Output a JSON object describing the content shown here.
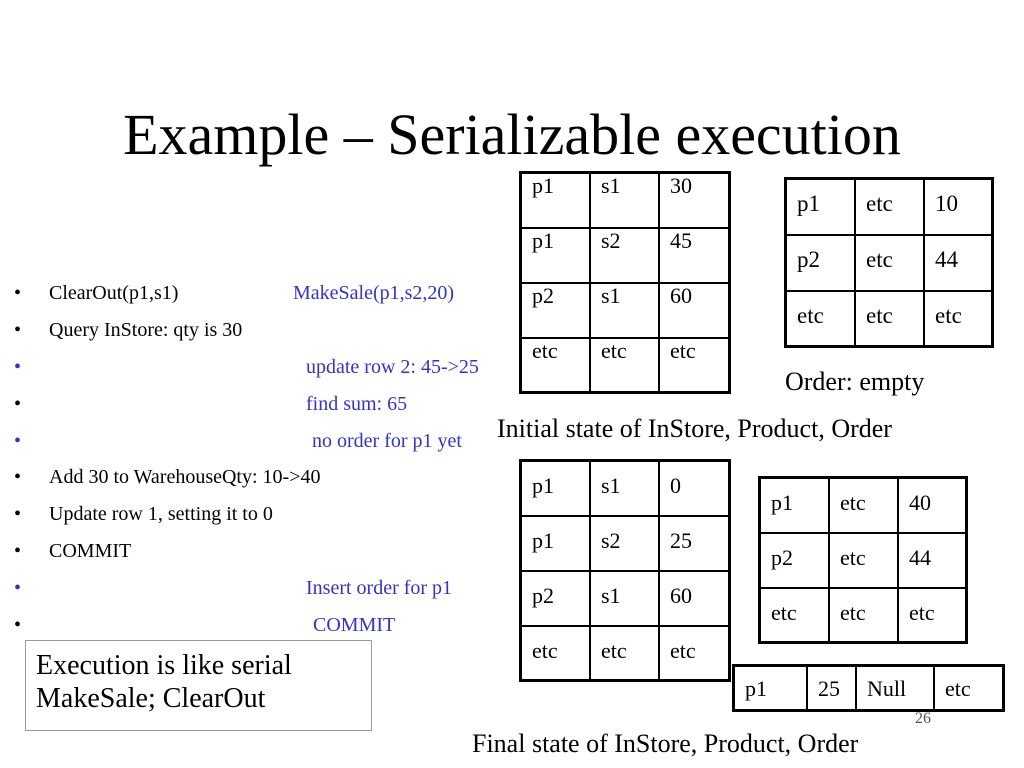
{
  "slide": {
    "title": "Example – Serializable execution",
    "page_number": "26",
    "bullet_char": "•"
  },
  "bullets": [
    {
      "left": "ClearOut(p1,s1)",
      "right": "MakeSale(p1,s2,20)",
      "right_color": "#3333cc"
    },
    {
      "left": "Query InStore: qty is 30",
      "right": ""
    },
    {
      "left": "",
      "right": "update row 2: 45->25",
      "right_color": "#3333cc"
    },
    {
      "left": "",
      "right": "find sum: 65",
      "right_color": "#3333cc"
    },
    {
      "left": "",
      "right": "no order for p1 yet",
      "right_color": "#3333cc"
    },
    {
      "left": "Add 30 to WarehouseQty: 10->40",
      "right": ""
    },
    {
      "left": "Update row 1, setting it to 0",
      "right": ""
    },
    {
      "left": "COMMIT",
      "right": ""
    },
    {
      "left": "",
      "right": "Insert order for p1",
      "right_color": "#3333cc"
    },
    {
      "left": "",
      "right": "COMMIT",
      "right_color": "#3333cc"
    }
  ],
  "initial_instore": [
    [
      "p1",
      "s1",
      "30"
    ],
    [
      "p1",
      "s2",
      "45"
    ],
    [
      "p2",
      "s1",
      "60"
    ],
    [
      "etc",
      "etc",
      "etc"
    ]
  ],
  "initial_product": [
    [
      "p1",
      "etc",
      "10"
    ],
    [
      "p2",
      "etc",
      "44"
    ],
    [
      "etc",
      "etc",
      "etc"
    ]
  ],
  "initial_order_caption": "Order: empty",
  "initial_caption": "Initial state of InStore, Product, Order",
  "final_instore": [
    [
      "p1",
      "s1",
      "0"
    ],
    [
      "p1",
      "s2",
      "25"
    ],
    [
      "p2",
      "s1",
      "60"
    ],
    [
      "etc",
      "etc",
      "etc"
    ]
  ],
  "final_product": [
    [
      "p1",
      "etc",
      "40"
    ],
    [
      "p2",
      "etc",
      "44"
    ],
    [
      "etc",
      "etc",
      "etc"
    ]
  ],
  "final_order": [
    [
      "p1",
      "25",
      "Null",
      "etc"
    ]
  ],
  "final_caption": "Final state of InStore, Product, Order",
  "note": {
    "line1": "Execution is like serial",
    "line2": "MakeSale; ClearOut"
  }
}
